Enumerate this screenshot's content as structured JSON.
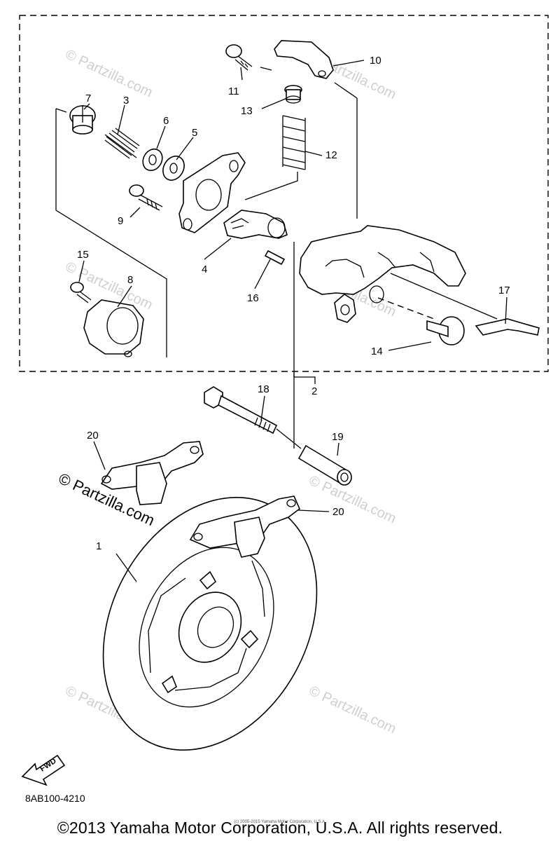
{
  "diagram": {
    "callouts": [
      "1",
      "2",
      "3",
      "4",
      "5",
      "6",
      "7",
      "8",
      "9",
      "10",
      "11",
      "12",
      "13",
      "14",
      "15",
      "16",
      "17",
      "18",
      "19",
      "20",
      "20"
    ],
    "watermark": "© Partzilla.com",
    "fwd_label": "FWD"
  },
  "footer": {
    "diagram_code": "8AB100-4210",
    "fine_print": "(c) 2005-2015 Yamaha Motor Corporation, U.S.A.",
    "copyright": "©2013 Yamaha Motor Corporation, U.S.A. All rights reserved."
  }
}
